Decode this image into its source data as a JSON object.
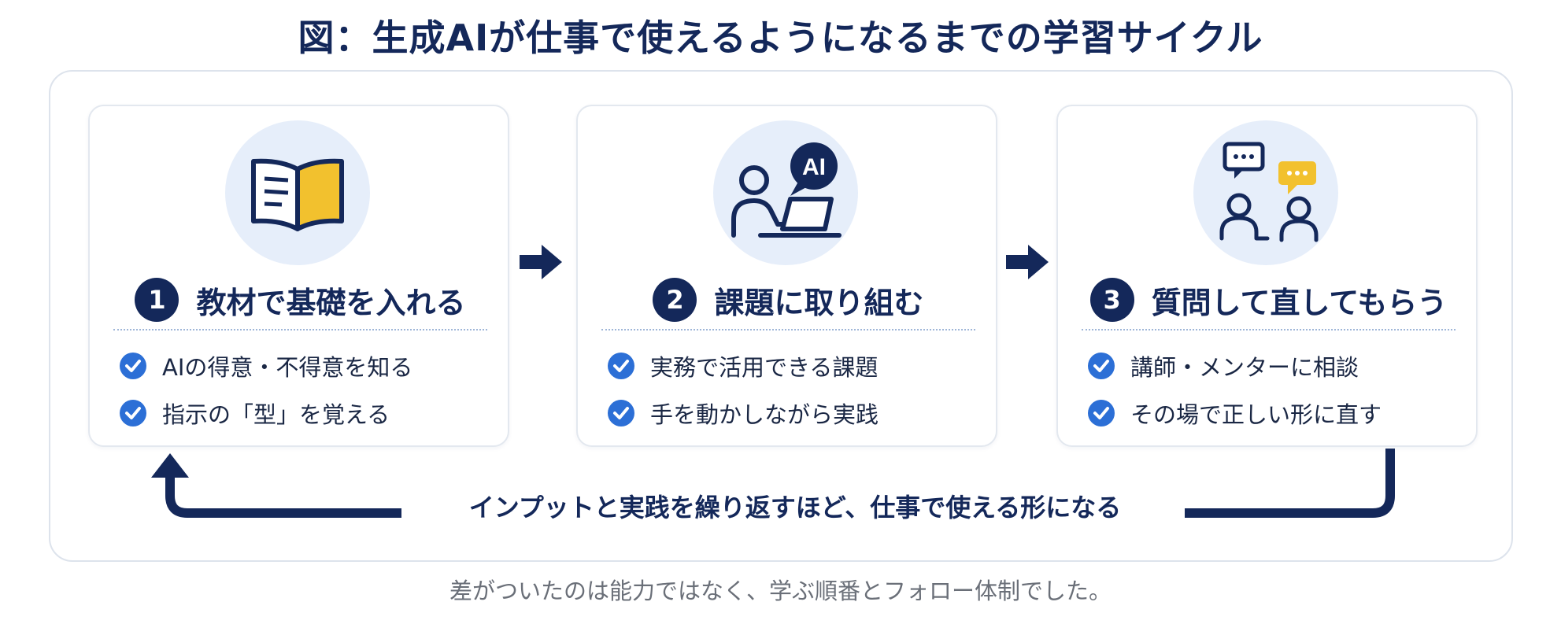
{
  "title": "図：生成AIが仕事で使えるようになるまでの学習サイクル",
  "colors": {
    "navy": "#14285a",
    "accent_yellow": "#f2c12e",
    "check_blue": "#2c6fd6",
    "circle_bg": "#e6eefa"
  },
  "steps": [
    {
      "number": "1",
      "heading": "教材で基礎を入れる",
      "icon": "open-book-icon",
      "items": [
        "AIの得意・不得意を知る",
        "指示の「型」を覚える"
      ]
    },
    {
      "number": "2",
      "heading": "課題に取り組む",
      "icon": "person-laptop-ai-icon",
      "icon_label": "AI",
      "items": [
        "実務で活用できる課題",
        "手を動かしながら実践"
      ]
    },
    {
      "number": "3",
      "heading": "質問して直してもらう",
      "icon": "two-people-chat-icon",
      "items": [
        "講師・メンターに相談",
        "その場で正しい形に直す"
      ]
    }
  ],
  "loop_message": "インプットと実践を繰り返すほど、仕事で使える形になる",
  "caption": "差がついたのは能力ではなく、学ぶ順番とフォロー体制でした。"
}
